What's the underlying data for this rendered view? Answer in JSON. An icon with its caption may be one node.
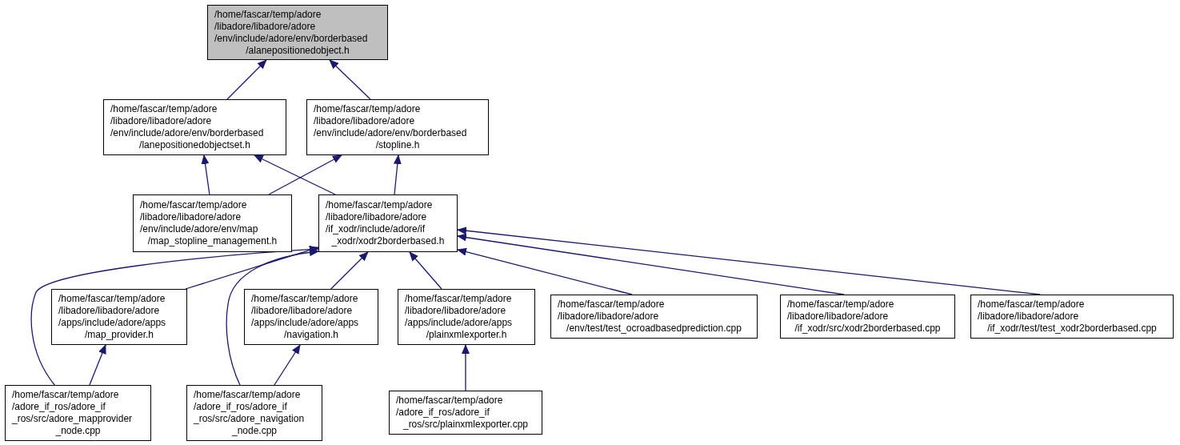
{
  "diagram": {
    "nodes": [
      {
        "text": [
          "/home/fascar/temp/adore /libadore/libadore/adore /env/include/adore/env/borderbased /alanepositionedobject.h"
        ]
      },
      {
        "text": [
          "/home/fascar/temp/adore /libadore/libadore/adore /env/include/adore/env/borderbased /lanepositionedobjectset.h"
        ]
      },
      {
        "text": [
          "/home/fascar/temp/adore /libadore/libadore/adore /env/include/adore/env/borderbased /stopline.h"
        ]
      },
      {
        "text": [
          "/home/fascar/temp/adore /libadore/libadore/adore /env/include/adore/env/map /map_stopline_management.h"
        ]
      },
      {
        "text": [
          "/home/fascar/temp/adore /libadore/libadore/adore /if_xodr/include/adore/if _xodr/xodr2borderbased.h"
        ]
      },
      {
        "text": [
          "/home/fascar/temp/adore /libadore/libadore/adore /apps/include/adore/apps /map_provider.h"
        ]
      },
      {
        "text": [
          "/home/fascar/temp/adore /libadore/libadore/adore /apps/include/adore/apps /navigation.h"
        ]
      },
      {
        "text": [
          "/home/fascar/temp/adore /libadore/libadore/adore /apps/include/adore/apps /plainxmlexporter.h"
        ]
      },
      {
        "text": [
          "/home/fascar/temp/adore /libadore/libadore/adore /env/test/test_ocroadbasedprediction.cpp"
        ]
      },
      {
        "text": [
          "/home/fascar/temp/adore /libadore/libadore/adore /if_xodr/src/xodr2borderbased.cpp"
        ]
      },
      {
        "text": [
          "/home/fascar/temp/adore /libadore/libadore/adore /if_xodr/test/test_xodr2borderbased.cpp"
        ]
      },
      {
        "text": [
          "/home/fascar/temp/adore /adore_if_ros/adore_if _ros/src/adore_mapprovider _node.cpp"
        ]
      },
      {
        "text": [
          "/home/fascar/temp/adore /adore_if_ros/adore_if _ros/src/adore_navigation _node.cpp"
        ]
      },
      {
        "text": [
          "/home/fascar/temp/adore /adore_if_ros/adore_if _ros/src/plainxmlexporter.cpp"
        ]
      }
    ],
    "edges": [
      {
        "from": 1,
        "to": 0,
        "arrow": "to"
      },
      {
        "from": 2,
        "to": 0,
        "arrow": "to"
      },
      {
        "from": 3,
        "to": 1,
        "arrow": "to"
      },
      {
        "from": 3,
        "to": 2,
        "arrow": "to"
      },
      {
        "from": 4,
        "to": 1,
        "arrow": "to"
      },
      {
        "from": 4,
        "to": 2,
        "arrow": "to"
      },
      {
        "from": 5,
        "to": 4,
        "arrow": "to"
      },
      {
        "from": 6,
        "to": 4,
        "arrow": "to"
      },
      {
        "from": 7,
        "to": 4,
        "arrow": "to"
      },
      {
        "from": 8,
        "to": 4,
        "arrow": "to"
      },
      {
        "from": 9,
        "to": 4,
        "arrow": "to"
      },
      {
        "from": 10,
        "to": 4,
        "arrow": "to"
      },
      {
        "from": 11,
        "to": 4,
        "arrow": "to"
      },
      {
        "from": 11,
        "to": 5,
        "arrow": "to"
      },
      {
        "from": 12,
        "to": 4,
        "arrow": "to"
      },
      {
        "from": 12,
        "to": 6,
        "arrow": "to"
      },
      {
        "from": 13,
        "to": 7,
        "arrow": "to"
      }
    ]
  }
}
